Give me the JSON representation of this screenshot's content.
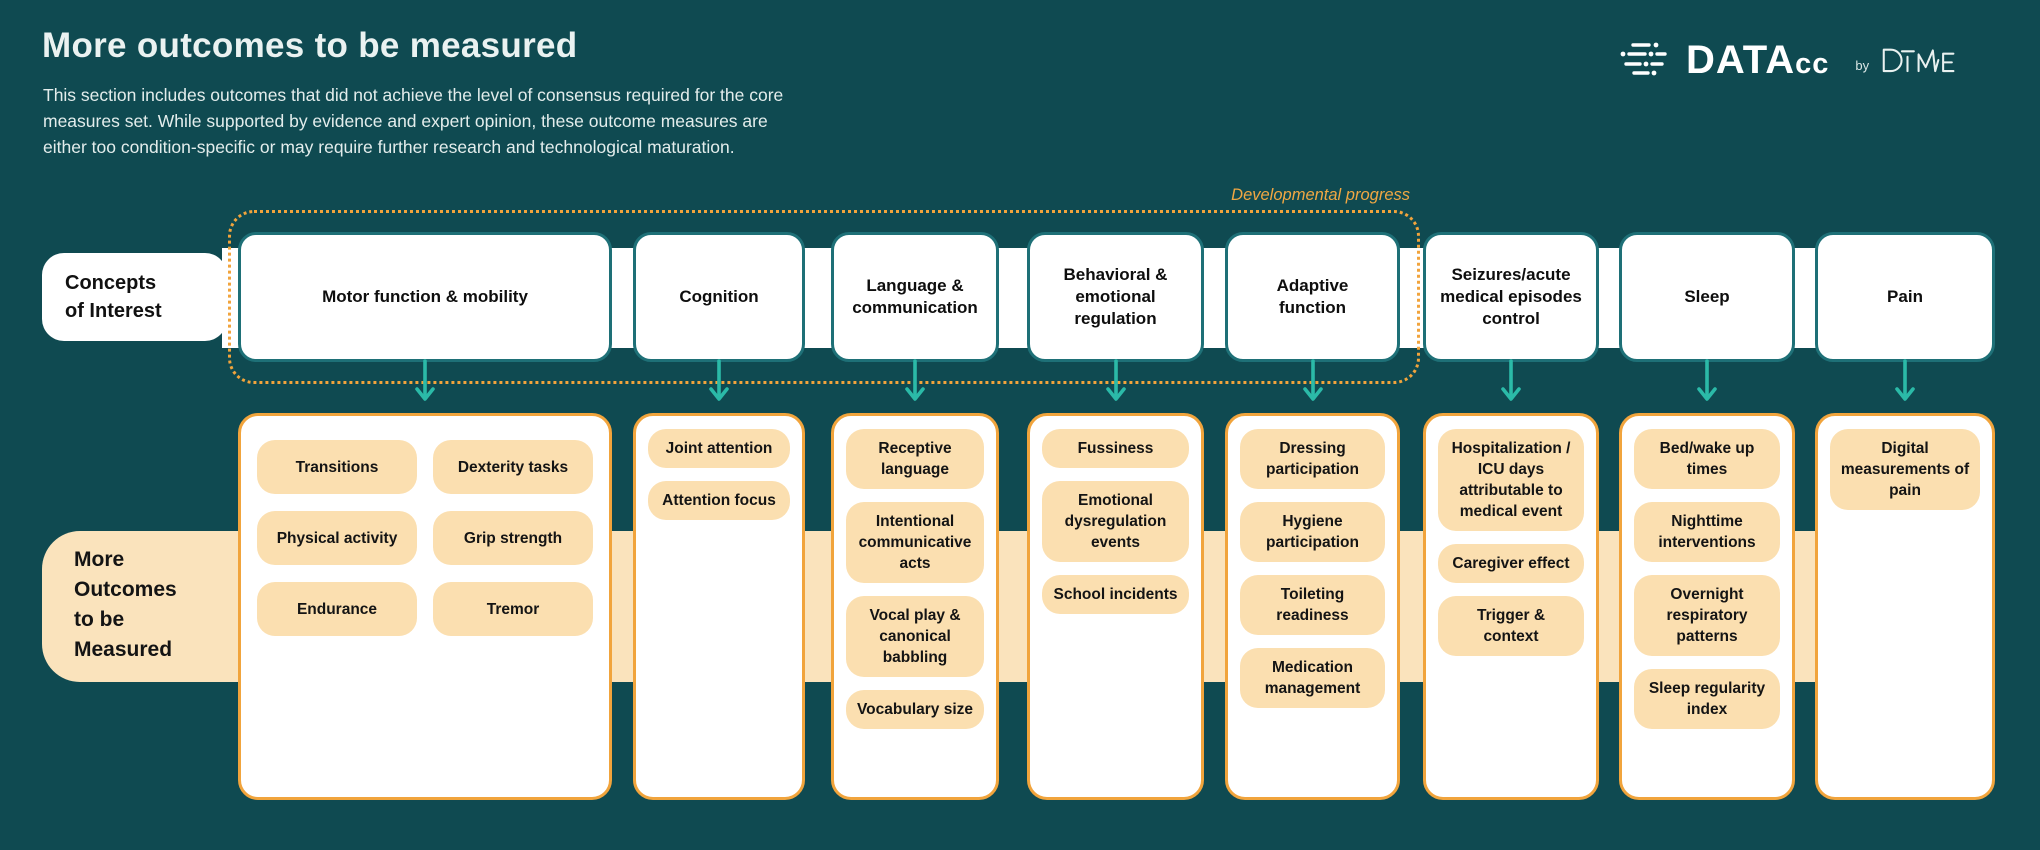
{
  "header": {
    "title": "More outcomes to be measured",
    "subtitle": "This section includes outcomes that did not achieve the level of consensus required for the core\nmeasures set. While supported by evidence and expert opinion, these outcome measures are\neither too condition-specific or may require further research and technological maturation."
  },
  "logo": {
    "brand": "DATA",
    "brand_suffix": "cc",
    "by": "by",
    "partner": "DiME"
  },
  "annotations": {
    "developmental_progress": "Developmental progress"
  },
  "row_labels": {
    "concepts": "Concepts\nof Interest",
    "outcomes": "More\nOutcomes\nto be\nMeasured"
  },
  "colors": {
    "background": "#0F4A51",
    "concept_border": "#1E7077",
    "arrow": "#2BBAA8",
    "accent_orange": "#F1A43C",
    "band_tan": "#FAE3BC",
    "pill_tan": "#FBDFB0",
    "text_dark": "#141414",
    "text_light": "#EAF2F1"
  },
  "columns": [
    {
      "concept": "Motor function & mobility",
      "in_dev_progress": true,
      "pills": [
        "Transitions",
        "Dexterity tasks",
        "Physical activity",
        "Grip strength",
        "Endurance",
        "Tremor"
      ]
    },
    {
      "concept": "Cognition",
      "in_dev_progress": true,
      "pills": [
        "Joint attention",
        "Attention focus"
      ]
    },
    {
      "concept": "Language & communication",
      "in_dev_progress": true,
      "pills": [
        "Receptive language",
        "Intentional communicative acts",
        "Vocal play & canonical babbling",
        "Vocabulary size"
      ]
    },
    {
      "concept": "Behavioral & emotional regulation",
      "in_dev_progress": true,
      "pills": [
        "Fussiness",
        "Emotional dysregulation events",
        "School incidents"
      ]
    },
    {
      "concept": "Adaptive function",
      "in_dev_progress": true,
      "pills": [
        "Dressing participation",
        "Hygiene participation",
        "Toileting readiness",
        "Medication management"
      ]
    },
    {
      "concept": "Seizures/acute medical episodes control",
      "in_dev_progress": false,
      "pills": [
        "Hospitalization / ICU days attributable to medical event",
        "Caregiver effect",
        "Trigger & context"
      ]
    },
    {
      "concept": "Sleep",
      "in_dev_progress": false,
      "pills": [
        "Bed/wake up times",
        "Nighttime interventions",
        "Overnight respiratory patterns",
        "Sleep regularity index"
      ]
    },
    {
      "concept": "Pain",
      "in_dev_progress": false,
      "pills": [
        "Digital measurements of pain"
      ]
    }
  ]
}
